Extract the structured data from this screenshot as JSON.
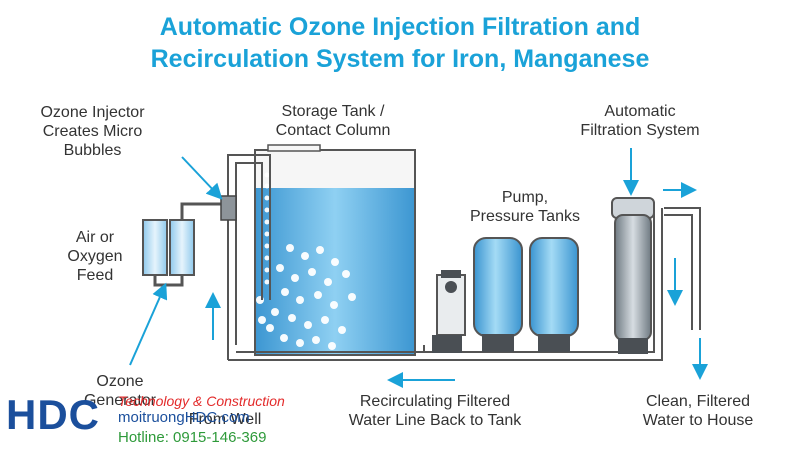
{
  "title": {
    "line1": "Automatic Ozone Injection Filtration and",
    "line2": "Recirculation System for Iron, Manganese"
  },
  "labels": {
    "ozone_injector": [
      "Ozone Injector",
      "Creates Micro",
      "Bubbles"
    ],
    "storage_tank": [
      "Storage Tank /",
      "Contact Column"
    ],
    "auto_filtration": [
      "Automatic",
      "Filtration System"
    ],
    "pump": [
      "Pump,",
      "Pressure Tanks"
    ],
    "air_oxygen": [
      "Air or",
      "Oxygen",
      "Feed"
    ],
    "ozone_generator": [
      "Ozone",
      "Generator"
    ],
    "from_well": "From Well",
    "recirculating": [
      "Recirculating Filtered",
      "Water Line Back to Tank"
    ],
    "clean_water": [
      "Clean, Filtered",
      "Water to House"
    ]
  },
  "brand": {
    "logo_text": "HDC",
    "tagline": "Technology & Construction",
    "website": "moitruongHDC.com",
    "hotline": "Hotline: 0915-146-369"
  },
  "colors": {
    "accent": "#1aa2d8",
    "brand_blue": "#1b4f9c",
    "brand_red": "#e32b2b",
    "tank_blue": "#5fb0e2",
    "pipe": "#555555"
  },
  "icons": [
    "pipe",
    "arrow",
    "bubble",
    "valve",
    "tank"
  ]
}
